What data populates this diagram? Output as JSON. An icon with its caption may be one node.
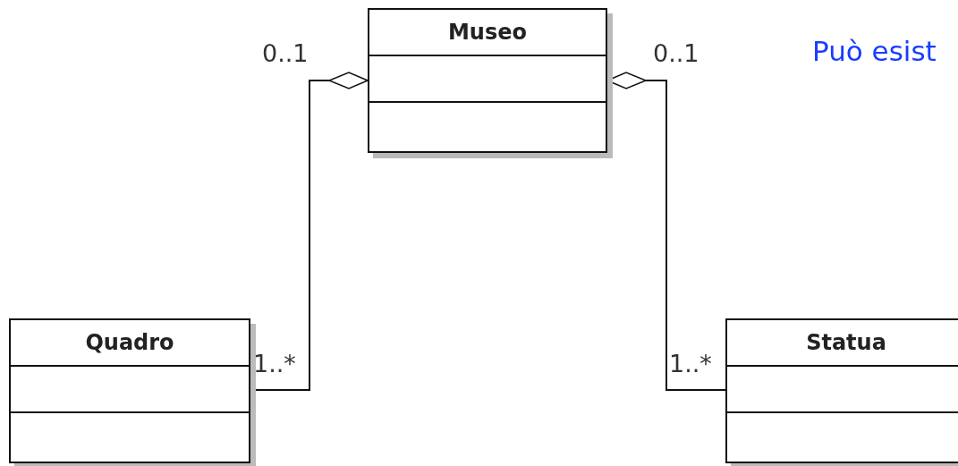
{
  "diagram": {
    "nodes": [
      {
        "text": [
          "Museo"
        ]
      },
      {
        "text": [
          "Quadro"
        ]
      },
      {
        "text": [
          "Statua"
        ]
      }
    ],
    "edges": [
      {
        "from": 0,
        "to": 1,
        "arrow": "other"
      },
      {
        "from": 0,
        "to": 2,
        "arrow": "other"
      }
    ],
    "labels": [
      "0..1",
      "0..1",
      "Può esist",
      "1..*",
      "1..*"
    ]
  }
}
